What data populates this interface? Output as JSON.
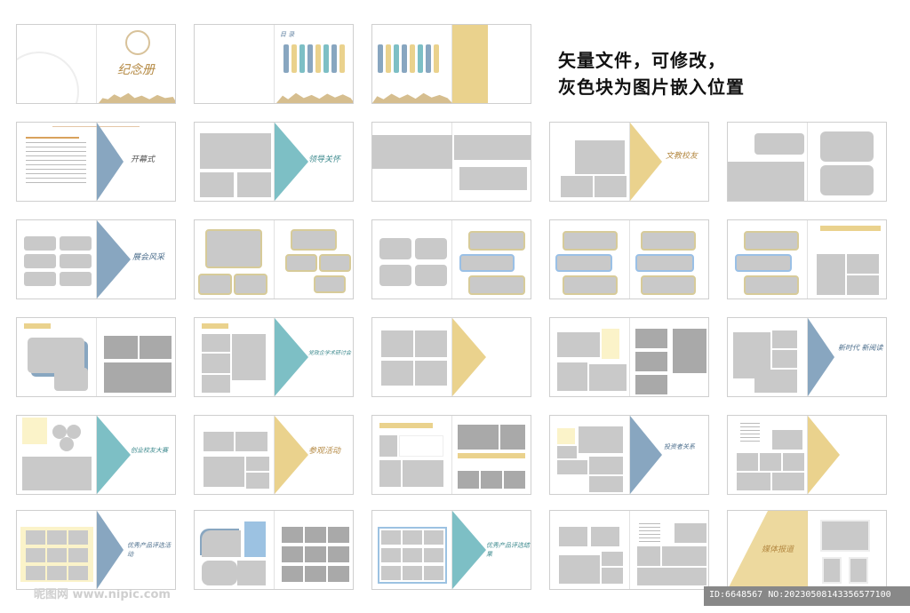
{
  "headline": {
    "line1": "矢量文件，可修改，",
    "line2": "灰色块为图片嵌入位置"
  },
  "cover": {
    "title": "纪念册",
    "toc_title": "目 录"
  },
  "sections": {
    "s1": "开幕式",
    "s2": "领导关怀",
    "s3": "文教校友",
    "s4": "展会风采",
    "s5": "党政企学术研讨会",
    "s6": "新时代 新阅读",
    "s7": "创业校友大赛",
    "s8": "参观活动",
    "s9": "投资者关系",
    "s10": "优秀产品评选活动",
    "s11": "优秀产品评选结果",
    "s12": "媒体报道"
  },
  "watermark": {
    "left": "昵图网 www.nipic.com",
    "right": "ID:6648567 NO:20230508143356577100"
  },
  "colors": {
    "blue": "#7898b5",
    "teal": "#7fc0c4",
    "gold": "#e8cf88",
    "gray": "#c9c9c9"
  }
}
